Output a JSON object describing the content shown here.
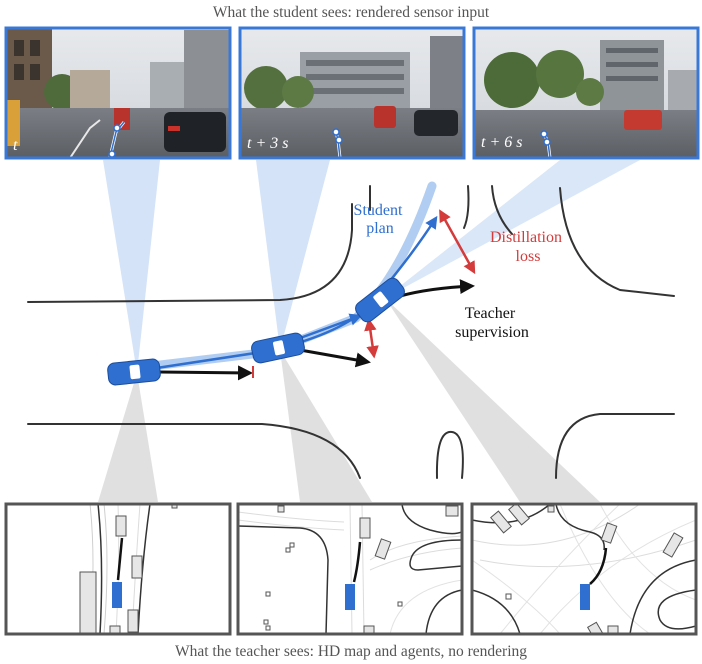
{
  "top_caption": "What the student sees:  rendered sensor input",
  "bottom_caption": "What the teacher sees:  HD map and agents, no rendering",
  "camera_frames": [
    {
      "time_label": "t"
    },
    {
      "time_label": "t + 3 s"
    },
    {
      "time_label": "t + 6 s"
    }
  ],
  "labels": {
    "student_plan_line1": "Student",
    "student_plan_line2": "plan",
    "distillation_line1": "Distillation",
    "distillation_line2": "loss",
    "teacher_line1": "Teacher",
    "teacher_line2": "supervision"
  },
  "colors": {
    "student_blue": "#2f6fcf",
    "student_blue_light": "#a9c8f0",
    "loss_red": "#d43b3b",
    "teacher_black": "#111111",
    "road_gray": "#333333",
    "frame_blue": "#3a78d8",
    "bev_border": "#555555"
  }
}
